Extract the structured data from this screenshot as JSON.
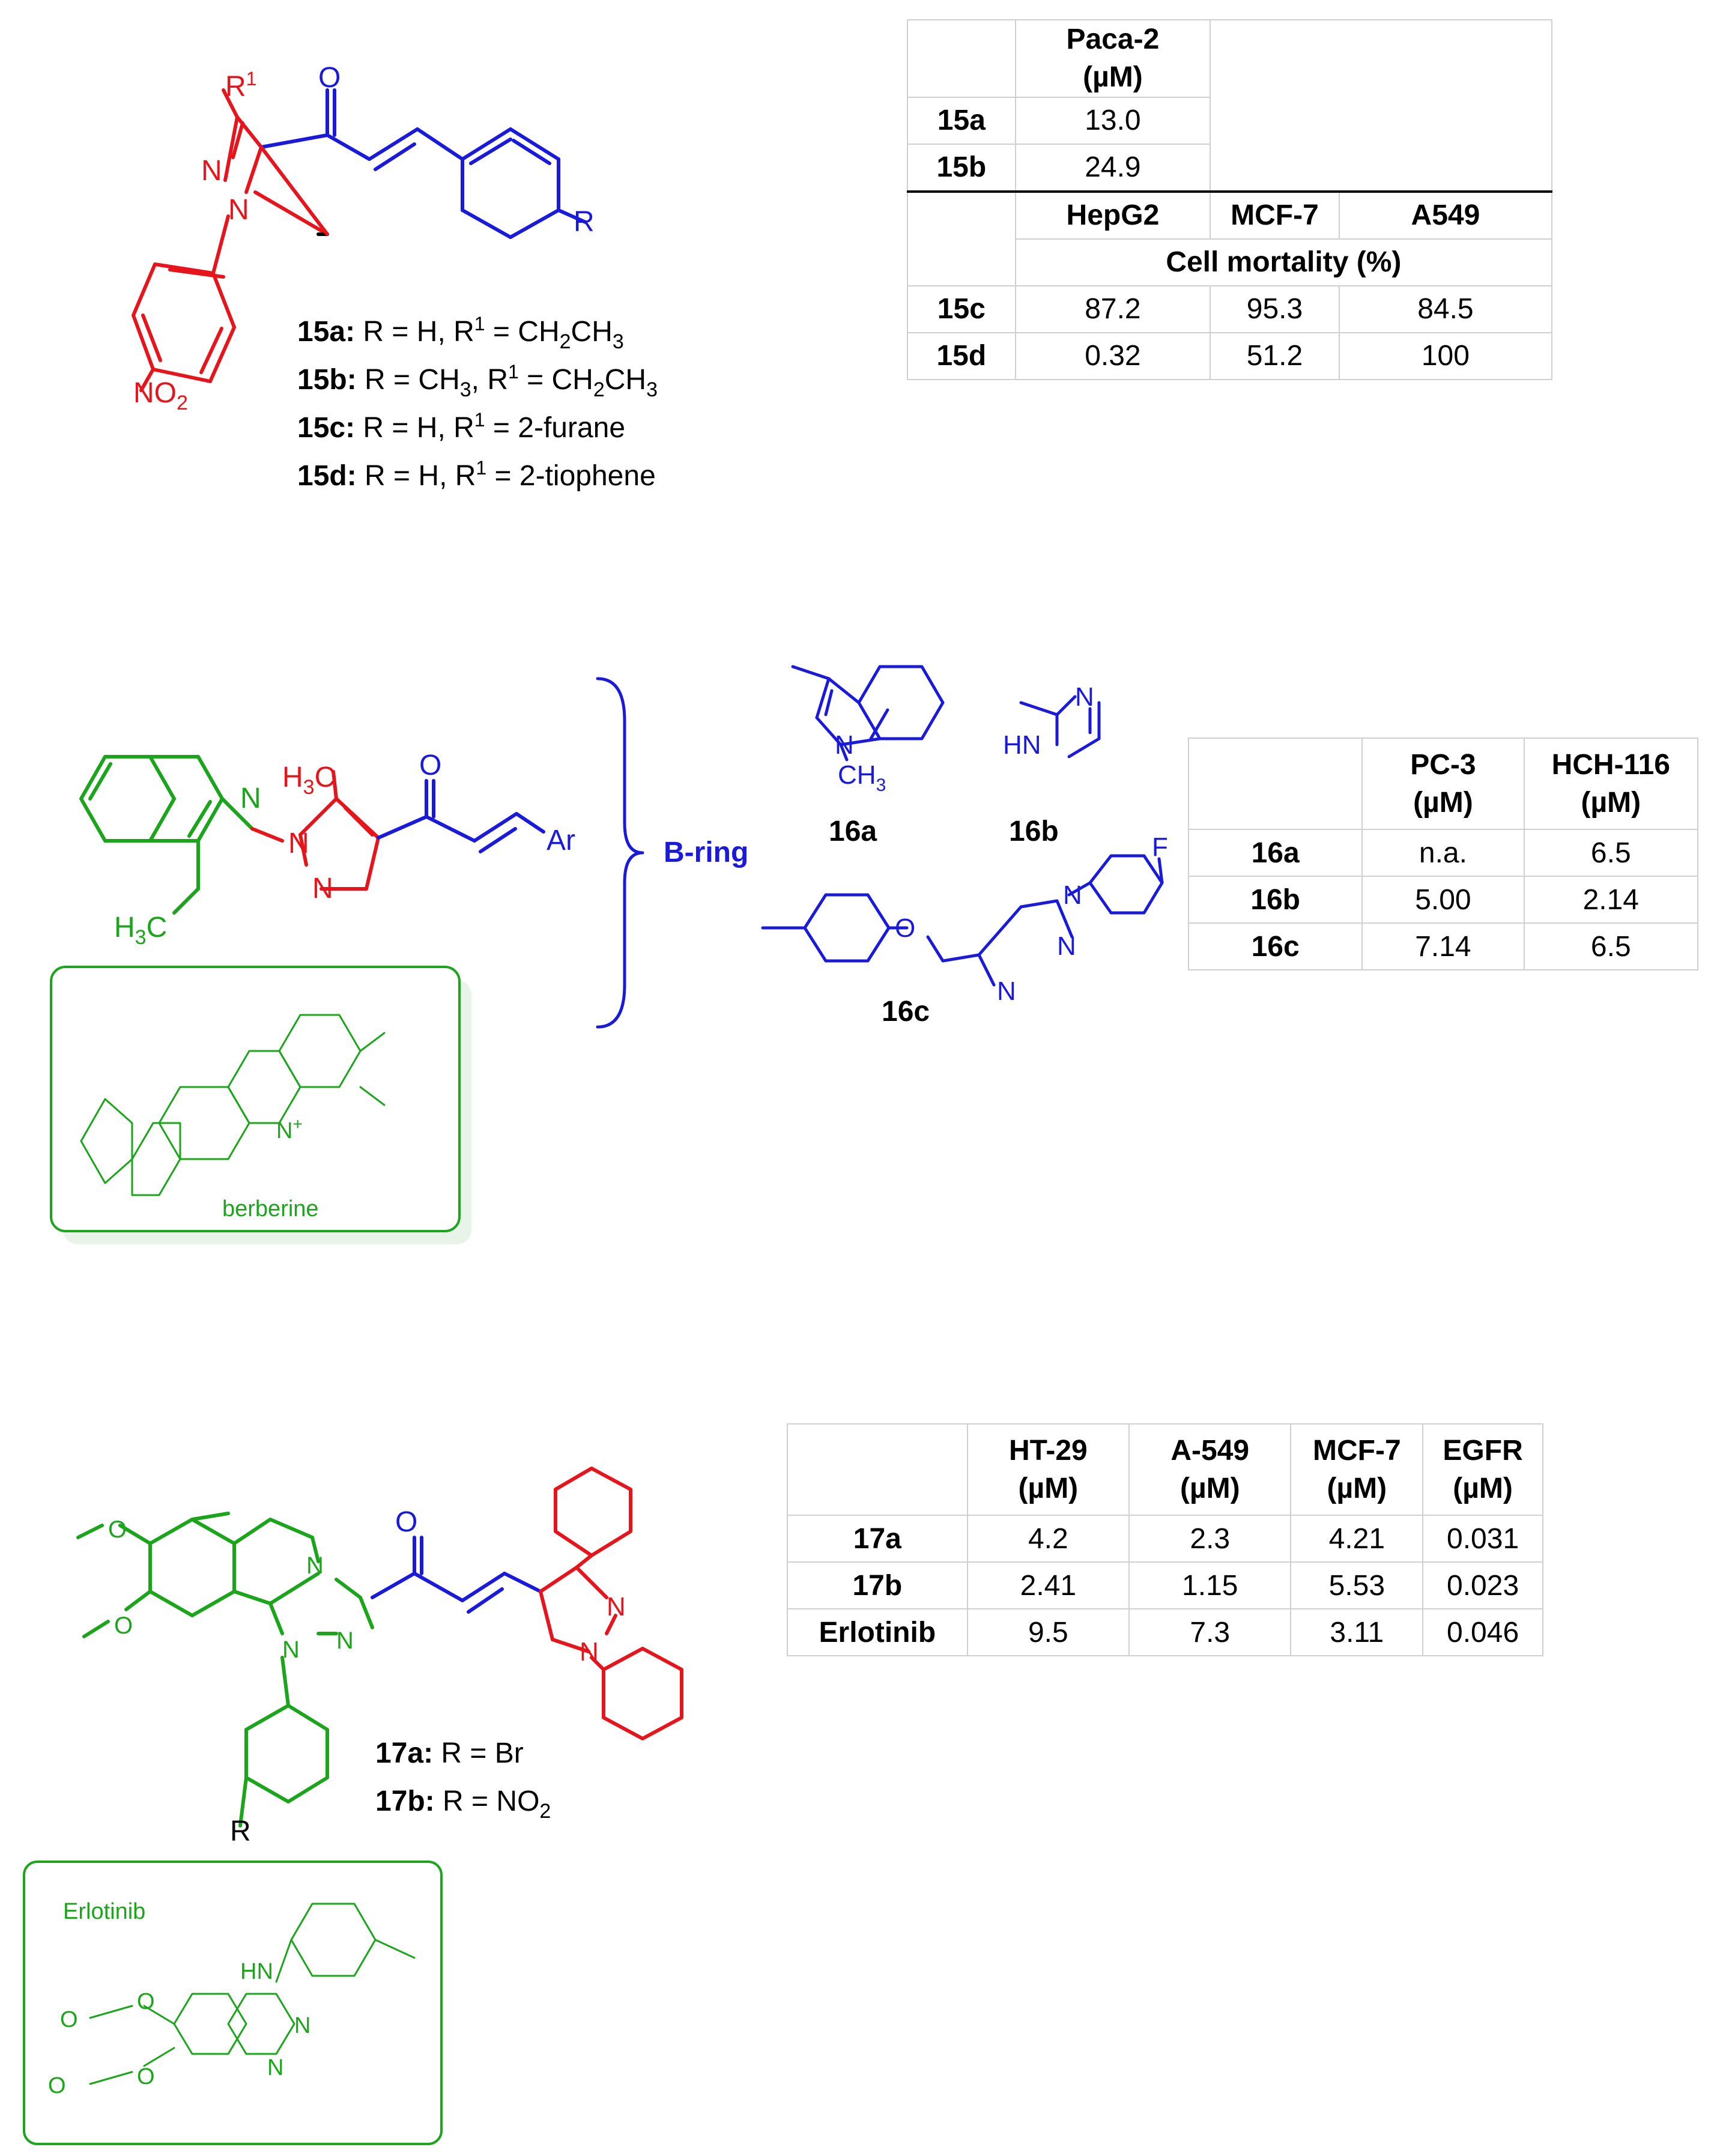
{
  "colors": {
    "red": "#e8141c",
    "blue": "#1a1adc",
    "green": "#1aa51a",
    "black": "#000000"
  },
  "s15": {
    "r1": "R",
    "r1_sup": "1",
    "O": "O",
    "N1": "N",
    "N2": "N",
    "R": "R",
    "NO2": "NO",
    "NO2_sub": "2",
    "labels": [
      {
        "id": "15a:",
        "t1": " R = H, R",
        "sup": "1",
        "t2": " = CH",
        "s1": "2",
        "t3": "CH",
        "s2": "3"
      },
      {
        "id": "15b:",
        "t1": " R = CH",
        "s0": "3",
        "t1b": ", R",
        "sup": "1",
        "t2": " = CH",
        "s1": "2",
        "t3": "CH",
        "s2": "3"
      },
      {
        "id": "15c:",
        "t1": " R = H, R",
        "sup": "1",
        "t2": " = 2-furane"
      },
      {
        "id": "15d:",
        "t1": " R = H, R",
        "sup": "1",
        "t2": " = 2-tiophene"
      }
    ],
    "table": {
      "h1": "Paca-2",
      "h1u": "(µM)",
      "r1": [
        "15a",
        "13.0"
      ],
      "r2": [
        "15b",
        "24.9"
      ],
      "h2": [
        "HepG2",
        "MCF-7",
        "A549"
      ],
      "h3": "Cell mortality (%)",
      "r3": [
        "15c",
        "87.2",
        "95.3",
        "84.5"
      ],
      "r4": [
        "15d",
        "0.32",
        "51.2",
        "100"
      ]
    }
  },
  "s16": {
    "H3C": "H",
    "H3C_sub": "3",
    "H3C_C": "C",
    "O": "O",
    "Ar": "Ar",
    "N": "N",
    "brace_label": "B-ring",
    "H3C_b": "H",
    "H3C_b_sub": "3",
    "H3C_b_C": "C",
    "ch3": "CH",
    "ch3_sub": "3",
    "hn": "HN",
    "F": "F",
    "name_a": "16a",
    "name_b": "16b",
    "name_c": "16c",
    "berberine": "berberine",
    "nplus": "N",
    "plus": "+",
    "table": {
      "h": [
        "PC-3",
        "HCH-116"
      ],
      "hu": [
        "(µM)",
        "(µM)"
      ],
      "rows": [
        [
          "16a",
          "n.a.",
          "6.5"
        ],
        [
          "16b",
          "5.00",
          "2.14"
        ],
        [
          "16c",
          "7.14",
          "6.5"
        ]
      ]
    }
  },
  "s17": {
    "O": "O",
    "N": "N",
    "R": "R",
    "l1_id": "17a:",
    "l1": " R = Br",
    "l2_id": "17b:",
    "l2": " R = NO",
    "l2_sub": "2",
    "erlotinib_box": "Erlotinib",
    "HN": "HN",
    "table": {
      "h": [
        "HT-29",
        "A-549",
        "MCF-7",
        "EGFR"
      ],
      "hu": [
        "(µM)",
        "(µM)",
        "(µM)",
        "(µM)"
      ],
      "rows": [
        [
          "17a",
          "4.2",
          "2.3",
          "4.21",
          "0.031"
        ],
        [
          "17b",
          "2.41",
          "1.15",
          "5.53",
          "0.023"
        ],
        [
          "Erlotinib",
          "9.5",
          "7.3",
          "3.11",
          "0.046"
        ]
      ]
    }
  }
}
